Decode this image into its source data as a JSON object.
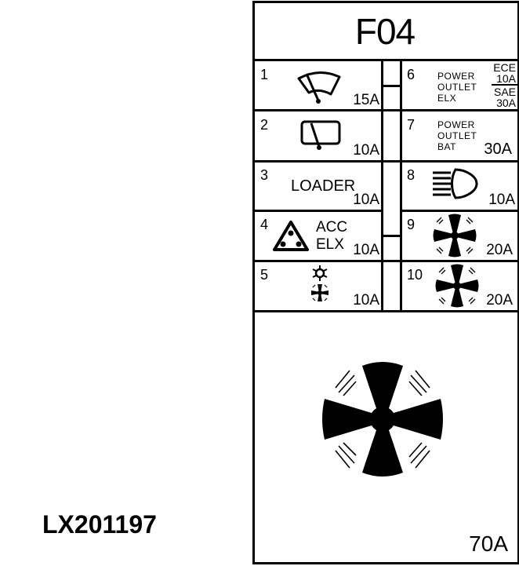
{
  "panel": {
    "title": "F04",
    "code": "LX201197",
    "colors": {
      "line": "#000000",
      "background": "#ffffff"
    }
  },
  "fuses": [
    {
      "number": "1",
      "icon": "windshield-wiper-front-icon",
      "rating": "15A"
    },
    {
      "number": "2",
      "icon": "windshield-wiper-rear-icon",
      "rating": "10A"
    },
    {
      "number": "3",
      "label": "LOADER",
      "rating": "10A"
    },
    {
      "number": "4",
      "icon": "hazard-triangle-icon",
      "label_line1": "ACC",
      "label_line2": "ELX",
      "rating": "10A"
    },
    {
      "number": "5",
      "icon": "ac-fan-icon",
      "rating": "10A"
    },
    {
      "number": "6",
      "label_line1": "POWER",
      "label_line2": "OUTLET",
      "label_line3": "ELX",
      "rating_top_label": "ECE",
      "rating_top": "10A",
      "rating_bottom_label": "SAE",
      "rating_bottom": "30A"
    },
    {
      "number": "7",
      "label_line1": "POWER",
      "label_line2": "OUTLET",
      "label_line3": "BAT",
      "rating": "30A"
    },
    {
      "number": "8",
      "icon": "headlight-icon",
      "rating": "10A"
    },
    {
      "number": "9",
      "icon": "blower-fan-icon",
      "rating": "20A"
    },
    {
      "number": "10",
      "icon": "blower-fan-icon",
      "rating": "20A"
    }
  ],
  "main_fuse": {
    "icon": "blower-fan-large-icon",
    "rating": "70A"
  }
}
